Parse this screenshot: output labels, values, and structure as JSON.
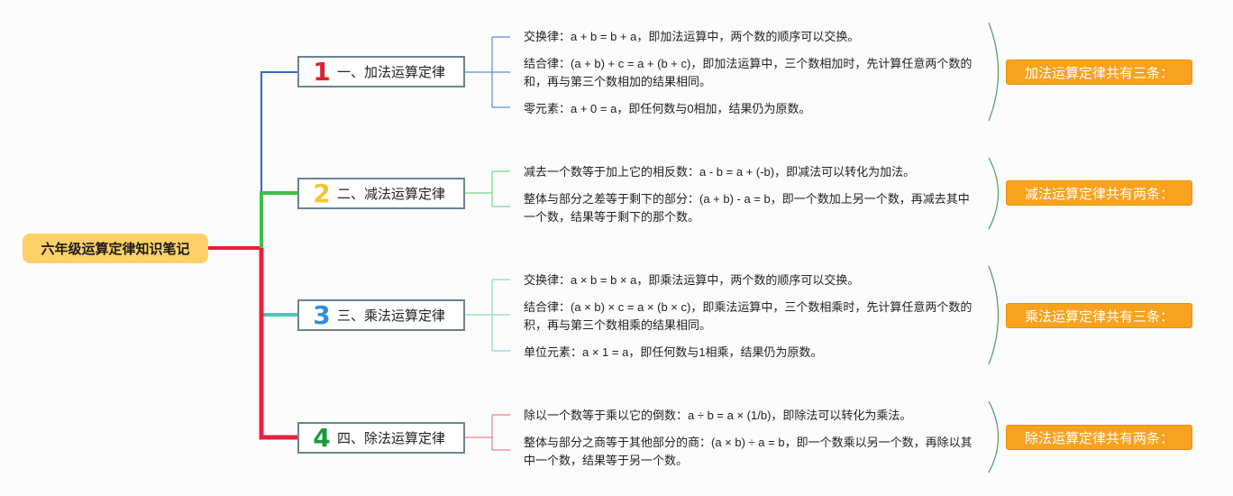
{
  "root": {
    "title": "六年级运算定律知识笔记"
  },
  "branches": [
    {
      "number": "1",
      "title": "一、加法运算定律",
      "color": "#2f6bbf",
      "number_color": "#e02030",
      "summary": "加法运算定律共有三条：",
      "leaves": [
        {
          "text": "交换律：a + b = b + a，即加法运算中，两个数的顺序可以交换。"
        },
        {
          "text": "结合律：(a + b) + c = a + (b + c)，即加法运算中，三个数相加时，先计算任意两个数的和，再与第三个数相加的结果相同。"
        },
        {
          "text": "零元素：a + 0 = a，即任何数与0相加，结果仍为原数。"
        }
      ]
    },
    {
      "number": "2",
      "title": "二、减法运算定律",
      "color": "#3fbf4a",
      "number_color": "#f2c633",
      "summary": "减法运算定律共有两条：",
      "leaves": [
        {
          "text": "减去一个数等于加上它的相反数：a - b = a + (-b)，即减法可以转化为加法。"
        },
        {
          "text": "整体与部分之差等于剩下的部分：(a + b) - a = b，即一个数加上另一个数，再减去其中一个数，结果等于剩下的那个数。"
        }
      ]
    },
    {
      "number": "3",
      "title": "三、乘法运算定律",
      "color": "#4fc4b8",
      "number_color": "#2a8fdc",
      "summary": "乘法运算定律共有三条：",
      "leaves": [
        {
          "text": "交换律：a × b = b × a，即乘法运算中，两个数的顺序可以交换。"
        },
        {
          "text": "结合律：(a × b) × c = a × (b × c)，即乘法运算中，三个数相乘时，先计算任意两个数的积，再与第三个数相乘的结果相同。"
        },
        {
          "text": "单位元素：a × 1 = a，即任何数与1相乘，结果仍为原数。"
        }
      ]
    },
    {
      "number": "4",
      "title": "四、除法运算定律",
      "color": "#e8203e",
      "number_color": "#1a9a3a",
      "summary": "除法运算定律共有两条：",
      "leaves": [
        {
          "text": "除以一个数等于乘以它的倒数：a ÷ b = a × (1/b)，即除法可以转化为乘法。"
        },
        {
          "text": "整体与部分之商等于其他部分的商：(a × b) ÷ a = b，即一个数乘以另一个数，再除以其中一个数，结果等于另一个数。"
        }
      ]
    }
  ]
}
